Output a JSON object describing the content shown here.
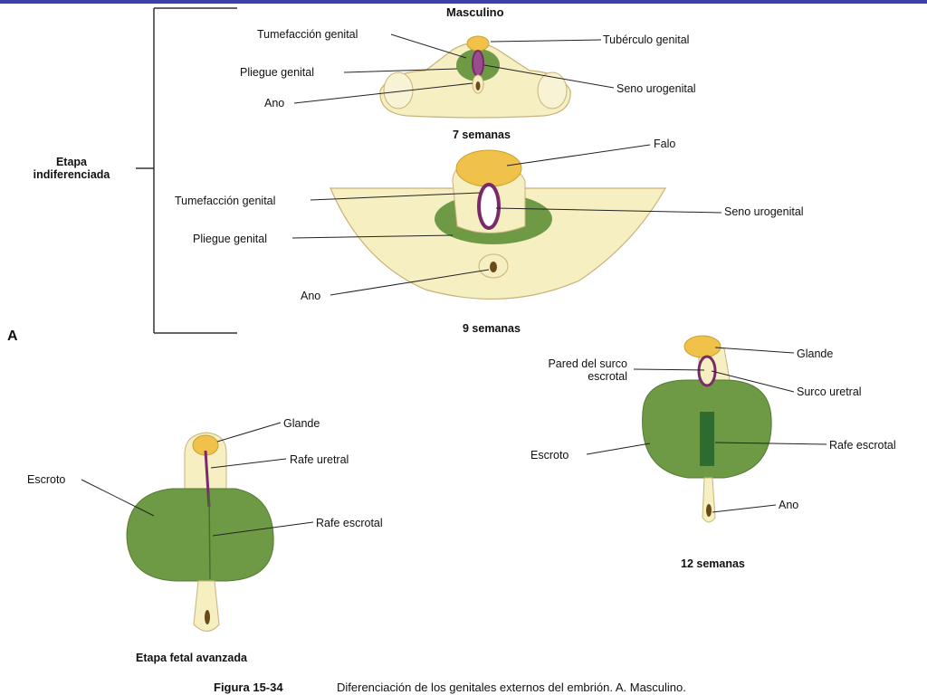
{
  "header": {
    "title": "Masculino"
  },
  "panel_letter": "A",
  "bracket_label": {
    "line1": "Etapa",
    "line2": "indiferenciada"
  },
  "stage_7": {
    "caption": "7 semanas",
    "labels": {
      "tumefaccion": "Tumefacción genital",
      "pliegue": "Pliegue genital",
      "ano": "Ano",
      "tuberculo": "Tubérculo genital",
      "seno": "Seno urogenital"
    }
  },
  "stage_9": {
    "caption": "9 semanas",
    "labels": {
      "falo": "Falo",
      "tumefaccion": "Tumefacción genital",
      "seno": "Seno urogenital",
      "pliegue": "Pliegue genital",
      "ano": "Ano"
    }
  },
  "stage_12": {
    "caption": "12 semanas",
    "labels": {
      "glande": "Glande",
      "pared_line1": "Pared del surco",
      "pared_line2": "escrotal",
      "surco": "Surco uretral",
      "escroto": "Escroto",
      "rafe": "Rafe escrotal",
      "ano": "Ano"
    }
  },
  "stage_fetal": {
    "caption": "Etapa fetal avanzada",
    "labels": {
      "glande": "Glande",
      "rafe_uretral": "Rafe uretral",
      "escroto": "Escroto",
      "rafe_escrotal": "Rafe escrotal"
    }
  },
  "figure": {
    "number": "Figura 15-34",
    "text": "Diferenciación de los genitales externos del embrión. A. Masculino."
  },
  "colors": {
    "skin": "#f5efc2",
    "skin_edge": "#c9b27a",
    "green": "#6f9a45",
    "green_dark": "#2f6b2f",
    "glans": "#f0c24a",
    "purple": "#7a2a6a",
    "bracket": "#333333"
  }
}
